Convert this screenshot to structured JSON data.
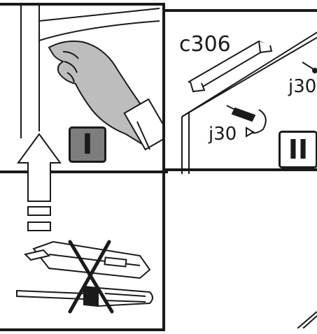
{
  "panel_1": {
    "step_label": "I"
  },
  "panel_2": {
    "step_label": "II",
    "part_handle": "c306",
    "part_screw_right": "j30",
    "part_screw_left": "j30"
  },
  "colors": {
    "ink": "#1a1a1a",
    "glove_fill": "#bdbdbd",
    "badge_fill_dark": "#7d7d7d",
    "line_gray": "#777777"
  },
  "icons": [
    "hand-glove-icon",
    "lift-arrow-icon",
    "box-cutter-icon",
    "screwdriver-icon",
    "prohibited-cross-icon",
    "screw-icon",
    "rotate-arrow-icon"
  ]
}
